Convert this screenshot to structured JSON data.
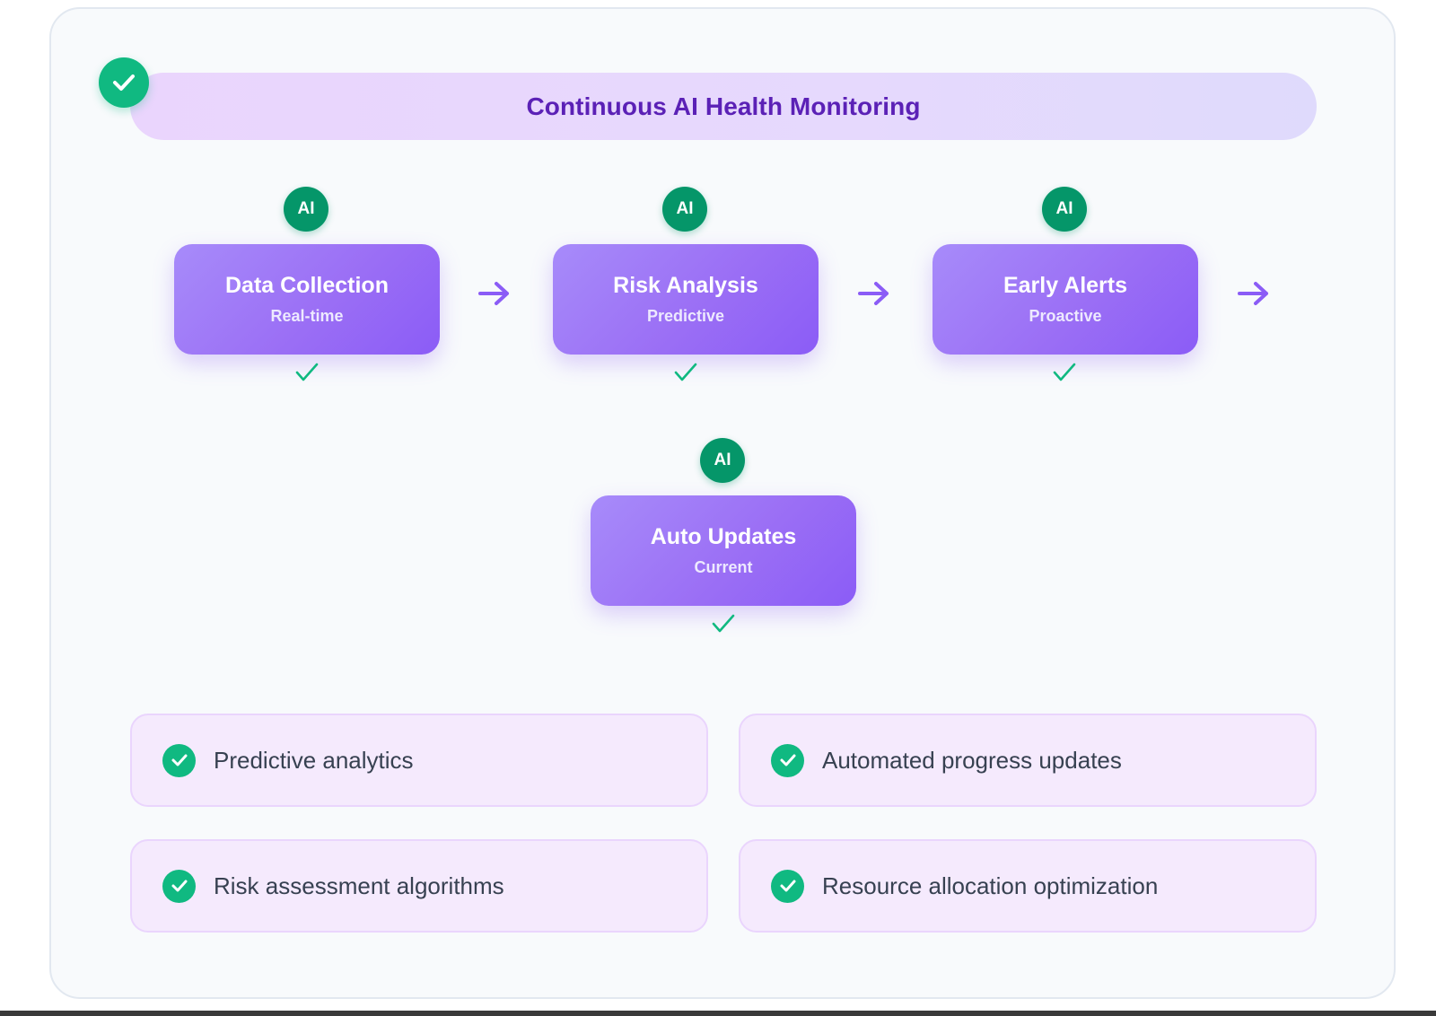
{
  "banner": {
    "title": "Continuous AI Health Monitoring",
    "check_icon": "check-circle-icon"
  },
  "steps": [
    {
      "badge": "AI",
      "title": "Data Collection",
      "subtitle": "Real-time"
    },
    {
      "badge": "AI",
      "title": "Risk Analysis",
      "subtitle": "Predictive"
    },
    {
      "badge": "AI",
      "title": "Early Alerts",
      "subtitle": "Proactive"
    },
    {
      "badge": "AI",
      "title": "Auto Updates",
      "subtitle": "Current"
    }
  ],
  "features": [
    {
      "label": "Predictive analytics",
      "icon": "check-circle-icon"
    },
    {
      "label": "Automated progress updates",
      "icon": "check-circle-icon"
    },
    {
      "label": "Risk assessment algorithms",
      "icon": "check-circle-icon"
    },
    {
      "label": "Resource allocation optimization",
      "icon": "check-circle-icon"
    }
  ],
  "colors": {
    "accent_purple": "#8b5cf6",
    "success_green": "#10b981",
    "badge_green": "#059669",
    "title_purple": "#5b21b6"
  }
}
